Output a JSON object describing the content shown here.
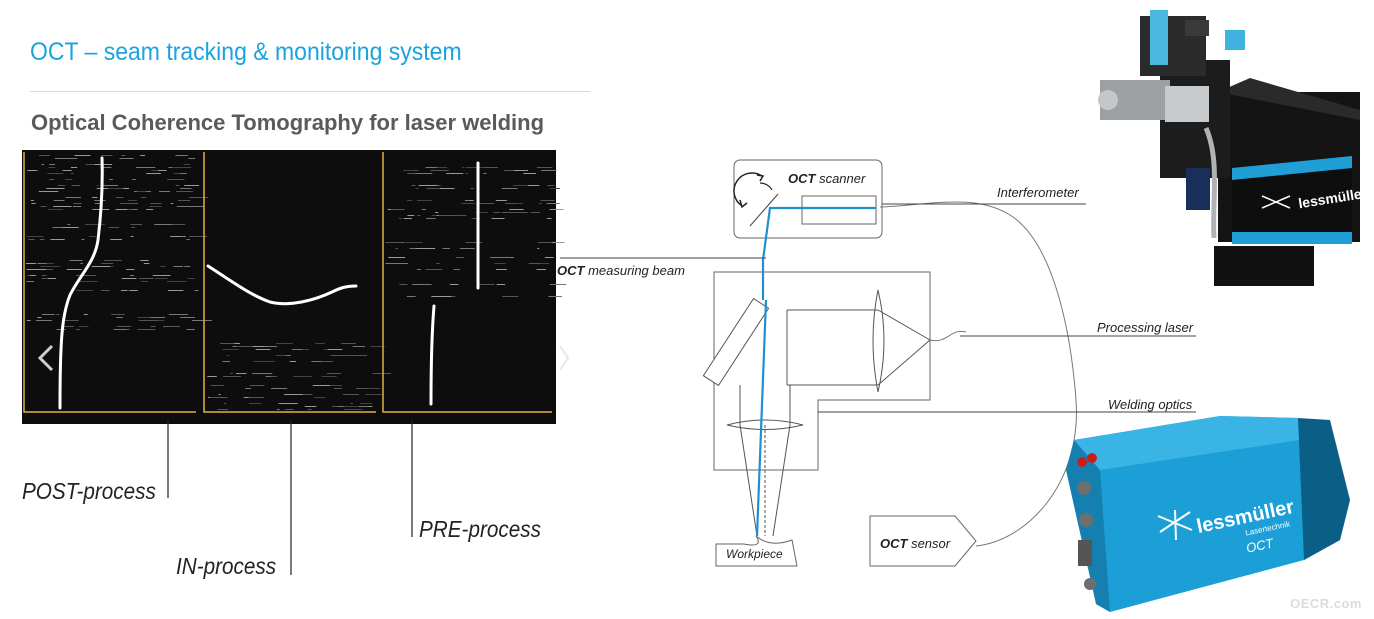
{
  "header": {
    "title": "OCT – seam tracking & monitoring system",
    "subtitle": "Optical Coherence Tomography for laser welding"
  },
  "scans": {
    "labels": [
      "POST-process",
      "IN-process",
      "PRE-process"
    ]
  },
  "diagram": {
    "oct_scanner": "scanner",
    "oct_prefix": "OCT",
    "measuring_beam": "measuring beam",
    "interferometer": "Interferometer",
    "processing_laser": "Processing laser",
    "welding_optics": "Welding optics",
    "oct_sensor": "sensor",
    "workpiece": "Workpiece"
  },
  "product": {
    "brand": "lessmüller",
    "brand_sub": "Lasertechnik",
    "device_label": "OCT"
  },
  "watermark": "OECR.com",
  "colors": {
    "accent": "#1aa3e0",
    "beam": "#1f8fd0",
    "scan_bg": "#0d0d0d",
    "scan_frame": "#e2b23a",
    "device_body": "#1b9fd6"
  }
}
